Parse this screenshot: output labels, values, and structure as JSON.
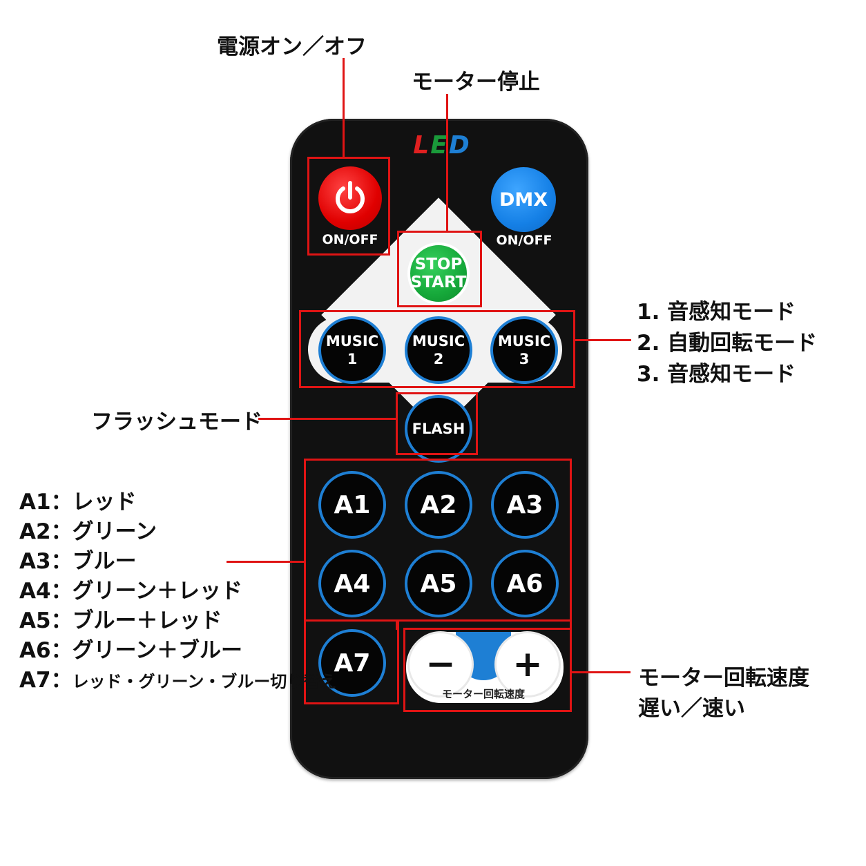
{
  "remote": {
    "logo": {
      "letters": [
        "L",
        "E",
        "D"
      ],
      "colors": [
        "#e02020",
        "#1a9a3a",
        "#1e7fd4"
      ]
    },
    "power_label": "ON/OFF",
    "dmx_text": "DMX",
    "dmx_label": "ON/OFF",
    "stop_line1": "STOP",
    "stop_line2": "START",
    "music_buttons": [
      {
        "line1": "MUSIC",
        "line2": "1"
      },
      {
        "line1": "MUSIC",
        "line2": "2"
      },
      {
        "line1": "MUSIC",
        "line2": "3"
      }
    ],
    "flash_text": "FLASH",
    "a_buttons": [
      "A1",
      "A2",
      "A3",
      "A4",
      "A5",
      "A6",
      "A7"
    ],
    "speed_minus": "−",
    "speed_plus": "+",
    "speed_label": "モーター回転速度"
  },
  "annotations": {
    "power": "電源オン／オフ",
    "motor_stop": "モーター停止",
    "music_modes": [
      "1. 音感知モード",
      "2. 自動回転モード",
      "3. 音感知モード"
    ],
    "flash": "フラッシュモード",
    "colors": [
      {
        "key": "A1",
        "sep": "：",
        "value": "レッド"
      },
      {
        "key": "A2",
        "sep": "：",
        "value": "グリーン"
      },
      {
        "key": "A3",
        "sep": "：",
        "value": "ブルー"
      },
      {
        "key": "A4",
        "sep": "：",
        "value": "グリーン＋レッド"
      },
      {
        "key": "A5",
        "sep": "：",
        "value": "ブルー＋レッド"
      },
      {
        "key": "A6",
        "sep": "：",
        "value": "グリーン＋ブルー"
      },
      {
        "key": "A7",
        "sep": "：",
        "value": "レッド・グリーン・ブルー切り替え"
      }
    ],
    "speed_line1": "モーター回転速度",
    "speed_line2": "遅い／速い"
  },
  "colors": {
    "highlight_red": "#e01414",
    "button_ring_blue": "#1e7fd4",
    "power_red": "#e00000",
    "dmx_blue": "#1580e6",
    "stop_green": "#16a83a"
  }
}
